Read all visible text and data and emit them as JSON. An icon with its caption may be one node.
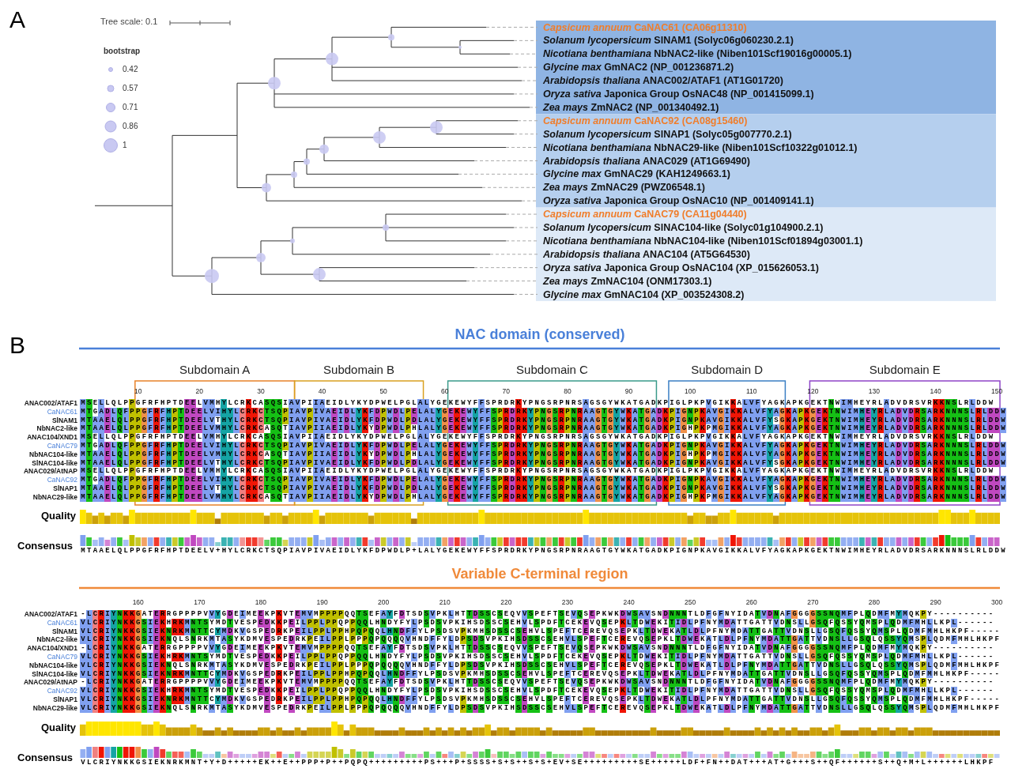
{
  "diagram": {
    "labels": [
      "A",
      "Tree scale: 0.1",
      "bootstrap",
      "0.42",
      "0.57",
      "0.71",
      "0.86",
      "1",
      "*Capsicum annuum* CaNAC61 (CA06g11310)",
      "*Solanum lycopersicum* SlNAM1 (Solyc06g060230.2.1)",
      "*Nicotiana benthamiana* NbNAC2-like (Niben101Scf19016g00005.1)",
      "*Glycine max* GmNAC2 (NP_001236871.2)",
      "*Arabidopsis thaliana* ANAC002/ATAF1 (AT1G01720)",
      "*Oryza sativa* Japonica Group OsNAC48 (NP_001415099.1)",
      "*Zea mays* ZmNAC2 (NP_001340492.1)",
      "*Capsicum annuum* CaNAC92 (CA08g15460)",
      "*Solanum lycopersicum* SlNAP1 (Solyc05g007770.2.1)",
      "*Nicotiana benthamiana* NbNAC29-like (Niben101Scf10322g01012.1)",
      "*Arabidopsis thaliana* ANAC029 (AT1G69490)",
      "*Glycine max* GmNAC29 (KAH1249663.1)",
      "*Zea mays* ZmNAC29 (PWZ06548.1)",
      "*Oryza sativa* Japonica Group OsNAC10 (NP_001409141.1)",
      "*Capsicum annuum* CaNAC79 (CA11g04440)",
      "*Solanum lycopersicum* SlNAC104-like (Solyc01g104900.2.1)",
      "*Nicotiana benthamiana* NbNAC104-like (Niben101Scf01894g03001.1)",
      "*Arabidopsis thaliana* ANAC104 (AT5G64530)",
      "*Oryza sativa* Japonica Group OsNAC104 (XP_015626053.1)",
      "*Zea mays* ZmNAC104 (ONM17303.1)",
      "*Glycine max* GmNAC104 (XP_003524308.2)",
      "B",
      "NAC domain (conserved)",
      "Subdomain A",
      "Subdomain B",
      "Subdomain C",
      "Subdomain D",
      "Subdomain E",
      "10",
      "20",
      "30",
      "40",
      "50",
      "60",
      "70",
      "80",
      "90",
      "100",
      "110",
      "120",
      "130",
      "140",
      "150",
      "ANAC002/ATAF1",
      "MSELLQLPPGFRFHPTDEELVMHYLCRKCASQSIAVPIIAEIDLYKYDPWELPGLALYGEKEWYFFSPRDRKYPNGSRPNRSAGSGYWKATGADKPIGLPKPVGIKKALVFYAGKAPKGEKTNWIMHEYRLADVDRSVRKKNSLRLDDW",
      "CaNAC61",
      "MTGADLQFPPGFRFHPTDEELVIHYLCRKCTSQPIAVPIVAEIDLYKFDPWDLPELALYGEKEWYFFSPRDRKYPNGSRPNRAAGTGYWKATGADKPIGNPKAVGIKKALVFYAGKAPKGEKTNWIMHEYRLADVDRSARKNNNSLRLDDW",
      "SlNAM1",
      "MTAAELQLPPGFRFHPTDEELVTHYLCRKCTSQPIAVPIVAEIDLYKFDPWDLPDLALYGEKEWYFFSPRDRKYPNGSRPNRAAGTGYWKATGADKPIGNPKAVGIKKALVFYSGKAPKGEKTNWIMHEYRLADVDRSARKNNNSLRLDDW",
      "NbNAC2-like",
      "MTAAELQLPPGFRFHPTDEELVMHYLCRKCASQTIAVPIIAEIDLYKYDPWDLPHLALYGEKEWYFFSPRDRKYPNGSRPNRAAGTGYWKATGADKPIGHPKPMGIKKALVFYAGKAPKGEKTNWIMHEYRLADVDRSARKNNNSLRLDDW",
      "ANAC104/XND1",
      "MSELLQLPPGFRFHPTDEELVMHYLCRKCASQSIAVPIIAEIDLYKYDPWELPGLALYGEKEWYFFSPRDRKYPNGSRPNRSAGSGYWKATGADKPIGLPKPVGIKKALVFYAGKAPKGEKTNWIMHEYRLADVDRSVRKKNSLRLDDW",
      "CaNAC79",
      "MTGADLQFPPGFRFHPTDEELVIHYLCRKCTSQPIAVPIVAEIDLYKFDPWDLPELALYGEKEWYFFSPRDRKYPNGSRPNRAAGTGYWKATGADKPIGNPKAVGIKKALVFYAGKAPKGEKTNWIMHEYRLADVDRSARKNNNSLRLDDW",
      "NbNAC104-like",
      "MTAAELQLPPGFRFHPTDEELVMHYLCRKCASQTIAVPIIAEIDLYKYDPWDLPHLALYGEKEWYFFSPRDRKYPNGSRPNRAAGTGYWKATGADKPIGHPKPMGIKKALVFYAGKAPKGEKTNWIMHEYRLADVDRSARKNNNSLRLDDW",
      "SlNAC104-like",
      "MTAAELQLPPGFRFHPTDEELVTHYLCRKCTSQPIAVPIVAEIDLYKFDPWDLPDLALYGEKEWYFFSPRDRKYPNGSRPNRAAGTGYWKATGADKPIGNPKAVGIKKALVFYSGKAPKGEKTNWIMHEYRLADVDRSARKNNNSLRLDDW",
      "ANAC029/AtNAP",
      "MSELLQLPPGFRFHPTDEELVMHYLCRKCASQSIAVPIIAEIDLYKYDPWELPGLALYGEKEWYFFSPRDRKYPNGSRPNRSAGSGYWKATGADKPIGLPKPVGIKKALVFYAGKAPKGEKTNWIMHEYRLADVDRSVRKKNSLRLDDW",
      "CaNAC92",
      "MTGADLQFPPGFRFHPTDEELVIHYLCRKCTSQPIAVPIVAEIDLYKFDPWDLPELALYGEKEWYFFSPRDRKYPNGSRPNRAAGTGYWKATGADKPIGNPKAVGIKKALVFYAGKAPKGEKTNWIMHEYRLADVDRSARKNNNSLRLDDW",
      "SlNAP1",
      "MTAAELQLPPGFRFHPTDEELVTHYLCRKCTSQPIAVPIVAEIDLYKFDPWDLPDLALYGEKEWYFFSPRDRKYPNGSRPNRAAGTGYWKATGADKPIGNPKAVGIKKALVFYSGKAPKGEKTNWIMHEYRLADVDRSARKNNNSLRLDDW",
      "NbNAC29-like",
      "MTAAELQLPPGFRFHPTDEELVMHYLCRKCASQTIAVPIIAEIDLYKYDPWDLPHLALYGEKEWYFFSPRDRKYPNGSRPNRAAGTGYWKATGADKPIGHPKPMGIKKALVFYAGKAPKGEKTNWIMHEYRLADVDRSARKNNNSLRLDDW",
      "Quality",
      "Consensus",
      "MTAAELQLPPGFRFHPTDEELV+HYLCRKCTSQPIAVPIVAEIDLYKFDPWDLP+LALYGEKEWYFFSPRDRKYPNGSRPNRAAGTGYWKATGADKPIGNPKAVGIKKALVFYAGKAPKGEKTNWIMHEYRLADVDRSARKNNNSLRLDDW",
      "Variable C-terminal region",
      "160",
      "170",
      "180",
      "190",
      "200",
      "210",
      "220",
      "230",
      "240",
      "250",
      "260",
      "270",
      "280",
      "290",
      "300",
      "ANAC002/ATAF1",
      "-LCRIYNKKGATERRGPPPPVVYGDEIMEEKPKVTEMVMPPPPQQTSEFAYFDTSDSVPKLHTTDSSCSEQVVSPEFTSEVQSEPKWKDWSAVSNDNNNTLDFGFNYIDATVDNAFGGGGSSNQMFPLQDMFMYMQKPY----------",
      "CaNAC61",
      "VLCRIYNKKGSIEKHRKMNTSYMDTVESPEDKKPEILPPLPPQPPQQLHNDYFYLPSDSVPKIHSDSSCSEHVLSPDFTCEKEVQSEPKLTDWEKITIDLPFNYMDATTGATTVDNSLLGSQFQSSYQMSPLQDMFMHLLKPL------",
      "SlNAM1",
      "VLCRIYNKKGSIEKNRKMNTTCYMDKVGSPEDRKPEILPPLPPHPQPQQLHNDFFYLPSDSVPKMHSDSSCSEHVLSPEFTCEREVQSEPKLTDWEKATLDLPFNYMDATTGATTVDNSLLGSQFQSSYQMSPLQDMFMHLHKPF-----",
      "NbNAC2-like",
      "VLCRIYNKKGSIEKNQLSNRKMTASYKDMVESPEDRKPEILPPLPPPQPQQQQVHNDFFYLDPSDSVPKIHSDSSCSEHVLSPEFTCEREVQSEPKLTDWEKATLDLPFNYMDATTGATTVDNSLLGSQLQSSYQMSPLQDMFMHLHKPF",
      "ANAC104/XND1",
      "-LCRIYNKKGATERRGPPPPVVYGDEIMEEKPKVTEMVMPPPPQQTSEFAYFDTSDSVPKLHTTDSSCSEQVVSPEFTSEVQSEPKWKDWSAVSNDNNNTLDFGFNYIDATVDNAFGGGGSSNQMFPLQDMFMYMQKPY----------",
      "CaNAC79",
      "VLCRIYNKKGSIEKHRKMNTSYMDTVESPEDKKPEILPPLPPQPPQQLHNDYFYLPSDSVPKIHSDSSCSEHVLSPDFTCEKEVQSEPKLTDWEKITIDLPFNYMDATTGATTVDNSLLGSQFQSSYQMSPLQDMFMHLLKPL------",
      "NbNAC104-like",
      "VLCRIYNKKGSIEKNQLSNRKMTASYKDMVESPEDRKPEILPPLPPPQPQQQQVHNDFFYLDPSDSVPKIHSDSSCSEHVLSPEFTCEREVQSEPKLTDWEKATLDLPFNYMDATTGATTVDNSLLGSQLQSSYQMSPLQDMFMHLHKPF",
      "SlNAC104-like",
      "VLCRIYNKKGSIEKNRKMNTTCYMDKVGSPEDRKPEILPPLPPHPQPQQLHNDFFYLPSDSVPKMHSDSSCSEHVLSPEFTCEREVQSEPKLTDWEKATLDLPFNYMDATTGATTVDNSLLGSQFQSSYQMSPLQDMFMHLHKPF-----",
      "ANAC029/AtNAP",
      "-LCRIYNKKGATERRGPPPPVVYGDEIMEEKPKVTEMVMPPPPQQTSEFAYFDTSDSVPKLHTTDSSCSEQVVSPEFTSEVQSEPKWKDWSAVSNDNNNTLDFGFNYIDATVDNAFGGGGSSNQMFPLQDMFMYMQKPY----------",
      "CaNAC92",
      "VLCRIYNKKGSIEKHRKMNTSYMDTVESPEDKKPEILPPLPPQPPQQLHNDYFYLPSDSVPKIHSDSSCSEHVLSPDFTCEKEVQSEPKLTDWEKITIDLPFNYMDATTGATTVDNSLLGSQFQSSYQMSPLQDMFMHLLKPL------",
      "SlNAP1",
      "VLCRIYNKKGSIEKNRKMNTTCYMDKVGSPEDRKPEILPPLPPHPQPQQLHNDFFYLPSDSVPKMHSDSSCSEHVLSPEFTCEREVQSEPKLTDWEKATLDLPFNYMDATTGATTVDNSLLGSQFQSSYQMSPLQDMFMHLHKPF-----",
      "NbNAC29-like",
      "VLCRIYNKKGSIEKNQLSNRKMTASYKDMVESPEDRKPEILPPLPPPQPQQQQVHNDFFYLDPSDSVPKIHSDSSCSEHVLSPEFTCEREVQSEPKLTDWEKATLDLPFNYMDATTGATTVDNSLLGSQLQSSYQMSPLQDMFMHLHKPF",
      "Quality",
      "Consensus",
      "VLCRIYNKKGSIEKNRKMNT+Y+D+++++EK++E++PPP+P++PQPQ+++++++++PS+++P+SSSS+S+S++S+S+EV+SE+++++++++SE+++++LDF+FN++DAT+++AT+G+++S++QF++++++S++Q+M+L++++++LHKPF"
    ]
  }
}
